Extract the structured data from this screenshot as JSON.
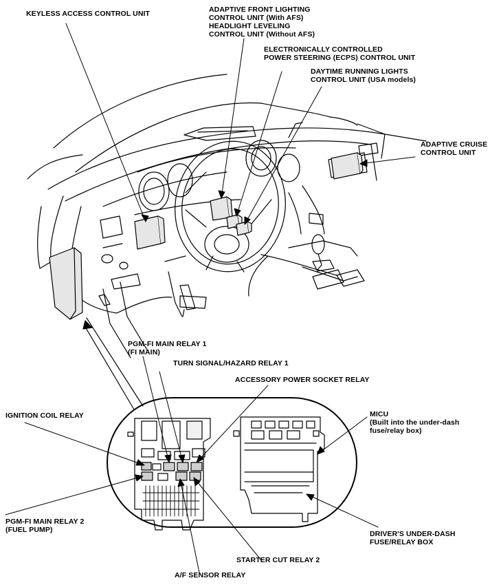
{
  "labels": {
    "keyless": [
      "KEYLESS ACCESS CONTROL UNIT"
    ],
    "afs": [
      "ADAPTIVE FRONT LIGHTING",
      "CONTROL UNIT (With AFS)",
      "HEADLIGHT LEVELING",
      "CONTROL UNIT (Without AFS)"
    ],
    "ecps": [
      "ELECTRONICALLY CONTROLLED",
      "POWER STEERING (ECPS) CONTROL UNIT"
    ],
    "drl": [
      "DAYTIME RUNNING LIGHTS",
      "CONTROL UNIT (USA models)"
    ],
    "acc": [
      "ADAPTIVE CRUISE",
      "CONTROL UNIT"
    ],
    "pgm1": [
      "PGM-FI MAIN RELAY 1",
      "(FI MAIN)"
    ],
    "turn": [
      "TURN SIGNAL/HAZARD RELAY 1"
    ],
    "socket": [
      "ACCESSORY POWER SOCKET RELAY"
    ],
    "ignition": [
      "IGNITION COIL RELAY"
    ],
    "micu": [
      "MICU",
      "(Built into the under-dash",
      "fuse/relay box)"
    ],
    "pgm2": [
      "PGM-FI MAIN RELAY 2",
      "(FUEL PUMP)"
    ],
    "underdash": [
      "DRIVER'S UNDER-DASH",
      "FUSE/RELAY BOX"
    ],
    "starter": [
      "STARTER CUT RELAY 2"
    ],
    "af": [
      "A/F SENSOR RELAY"
    ]
  }
}
